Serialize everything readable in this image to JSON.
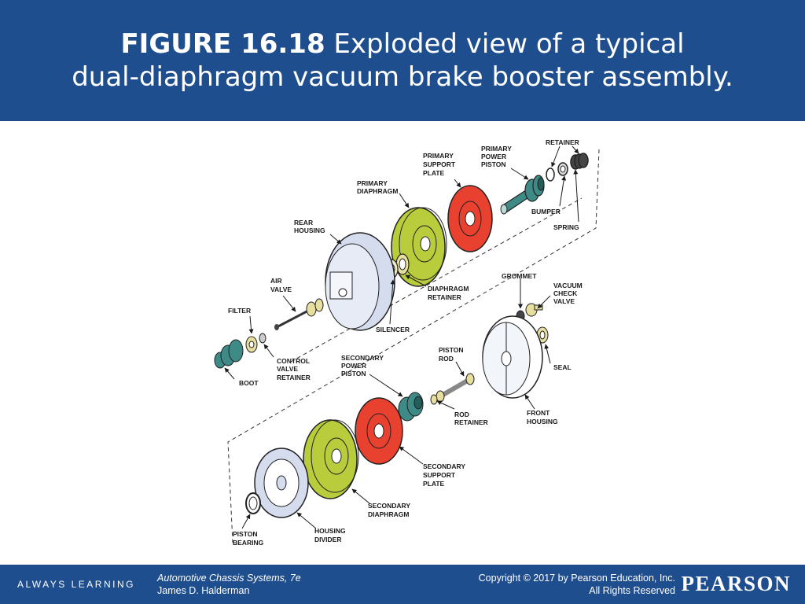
{
  "slide": {
    "figure_number": "FIGURE 16.18",
    "title_line1_rest": " Exploded view of a typical",
    "title_line2": "dual-diaphragm vacuum brake booster assembly."
  },
  "diagram": {
    "labels": {
      "retainer": "RETAINER",
      "primary_power_piston": [
        "PRIMARY",
        "POWER",
        "PISTON"
      ],
      "primary_support_plate": [
        "PRIMARY",
        "SUPPORT",
        "PLATE"
      ],
      "primary_diaphragm": [
        "PRIMARY",
        "DIAPHRAGM"
      ],
      "rear_housing": [
        "REAR",
        "HOUSING"
      ],
      "bumper": "BUMPER",
      "spring": "SPRING",
      "air_valve": [
        "AIR",
        "VALVE"
      ],
      "grommet": "GROMMET",
      "vacuum_check_valve": [
        "VACUUM",
        "CHECK",
        "VALVE"
      ],
      "diaphragm_retainer": [
        "DIAPHRAGM",
        "RETAINER"
      ],
      "filter": "FILTER",
      "silencer": "SILENCER",
      "control_valve_retainer": [
        "CONTROL",
        "VALVE",
        "RETAINER"
      ],
      "piston_rod": [
        "PISTON",
        "ROD"
      ],
      "seal": "SEAL",
      "secondary_power_piston": [
        "SECONDARY",
        "POWER",
        "PISTON"
      ],
      "boot": "BOOT",
      "rod_retainer": [
        "ROD",
        "RETAINER"
      ],
      "front_housing": [
        "FRONT",
        "HOUSING"
      ],
      "secondary_support_plate": [
        "SECONDARY",
        "SUPPORT",
        "PLATE"
      ],
      "secondary_diaphragm": [
        "SECONDARY",
        "DIAPHRAGM"
      ],
      "piston_bearing": [
        "PISTON",
        "BEARING"
      ],
      "housing_divider": [
        "HOUSING",
        "DIVIDER"
      ]
    },
    "colors": {
      "support_plate": "#e8412f",
      "diaphragm": "#b9cc3c",
      "housing": "#d4dcee",
      "piston": "#3e8a86",
      "small_parts": "#e6dfa0"
    }
  },
  "footer": {
    "tagline": "ALWAYS LEARNING",
    "book_title": "Automotive Chassis Systems, 7e",
    "author": "James D. Halderman",
    "copyright": "Copyright © 2017 by Pearson Education, Inc.",
    "rights": "All Rights Reserved",
    "brand": "PEARSON"
  }
}
